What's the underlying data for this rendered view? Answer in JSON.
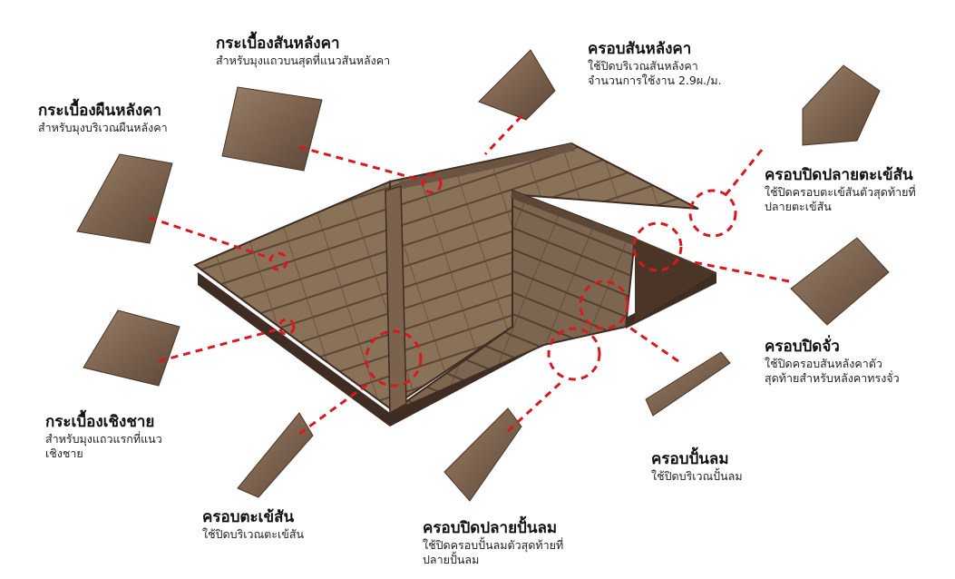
{
  "colors": {
    "roof_face": "#8a7259",
    "roof_face_dark": "#6b5442",
    "roof_edge": "#3f2c22",
    "tile_line": "#5a4536",
    "callout": "#d71920"
  },
  "labels": {
    "ridge_tile": {
      "title": "กระเบื้องสันหลังคา",
      "desc": "สำหรับมุงแถวบนสุดที่แนวสันหลังคา"
    },
    "roof_tile": {
      "title": "กระเบื้องผืนหลังคา",
      "desc": "สำหรับมุงบริเวณผืนหลังคา"
    },
    "eave_tile": {
      "title": "กระเบื้องเชิงชาย",
      "desc": "สำหรับมุงแถวแรกที่แนว\nเชิงชาย"
    },
    "hip_cover": {
      "title": "ครอบตะเข้สัน",
      "desc": "ใช้ปิดบริเวณตะเข้สัน"
    },
    "ridge_cover": {
      "title": "ครอบสันหลังคา",
      "desc": "ใช้ปิดบริเวณสันหลังคา\nจำนวนการใช้งาน 2.9ผ./ม."
    },
    "hip_end_cover": {
      "title": "ครอบปิดปลายตะเข้สัน",
      "desc": "ใช้ปิดครอบตะเข้สันตัวสุดท้ายที่\nปลายตะเข้สัน"
    },
    "gable_end_cover": {
      "title": "ครอบปิดจั่ว",
      "desc": "ใช้ปิดครอบสันหลังคาตัว\nสุดท้ายสำหรับหลังคาทรงจั่ว"
    },
    "barge_cover": {
      "title": "ครอบปั้นลม",
      "desc": "ใช้ปิดบริเวณปั้นลม"
    },
    "barge_end_cover": {
      "title": "ครอบปิดปลายปั้นลม",
      "desc": "ใช้ปิดครอบปั้นลมตัวสุดท้ายที่\nปลายปั้นลม"
    }
  }
}
